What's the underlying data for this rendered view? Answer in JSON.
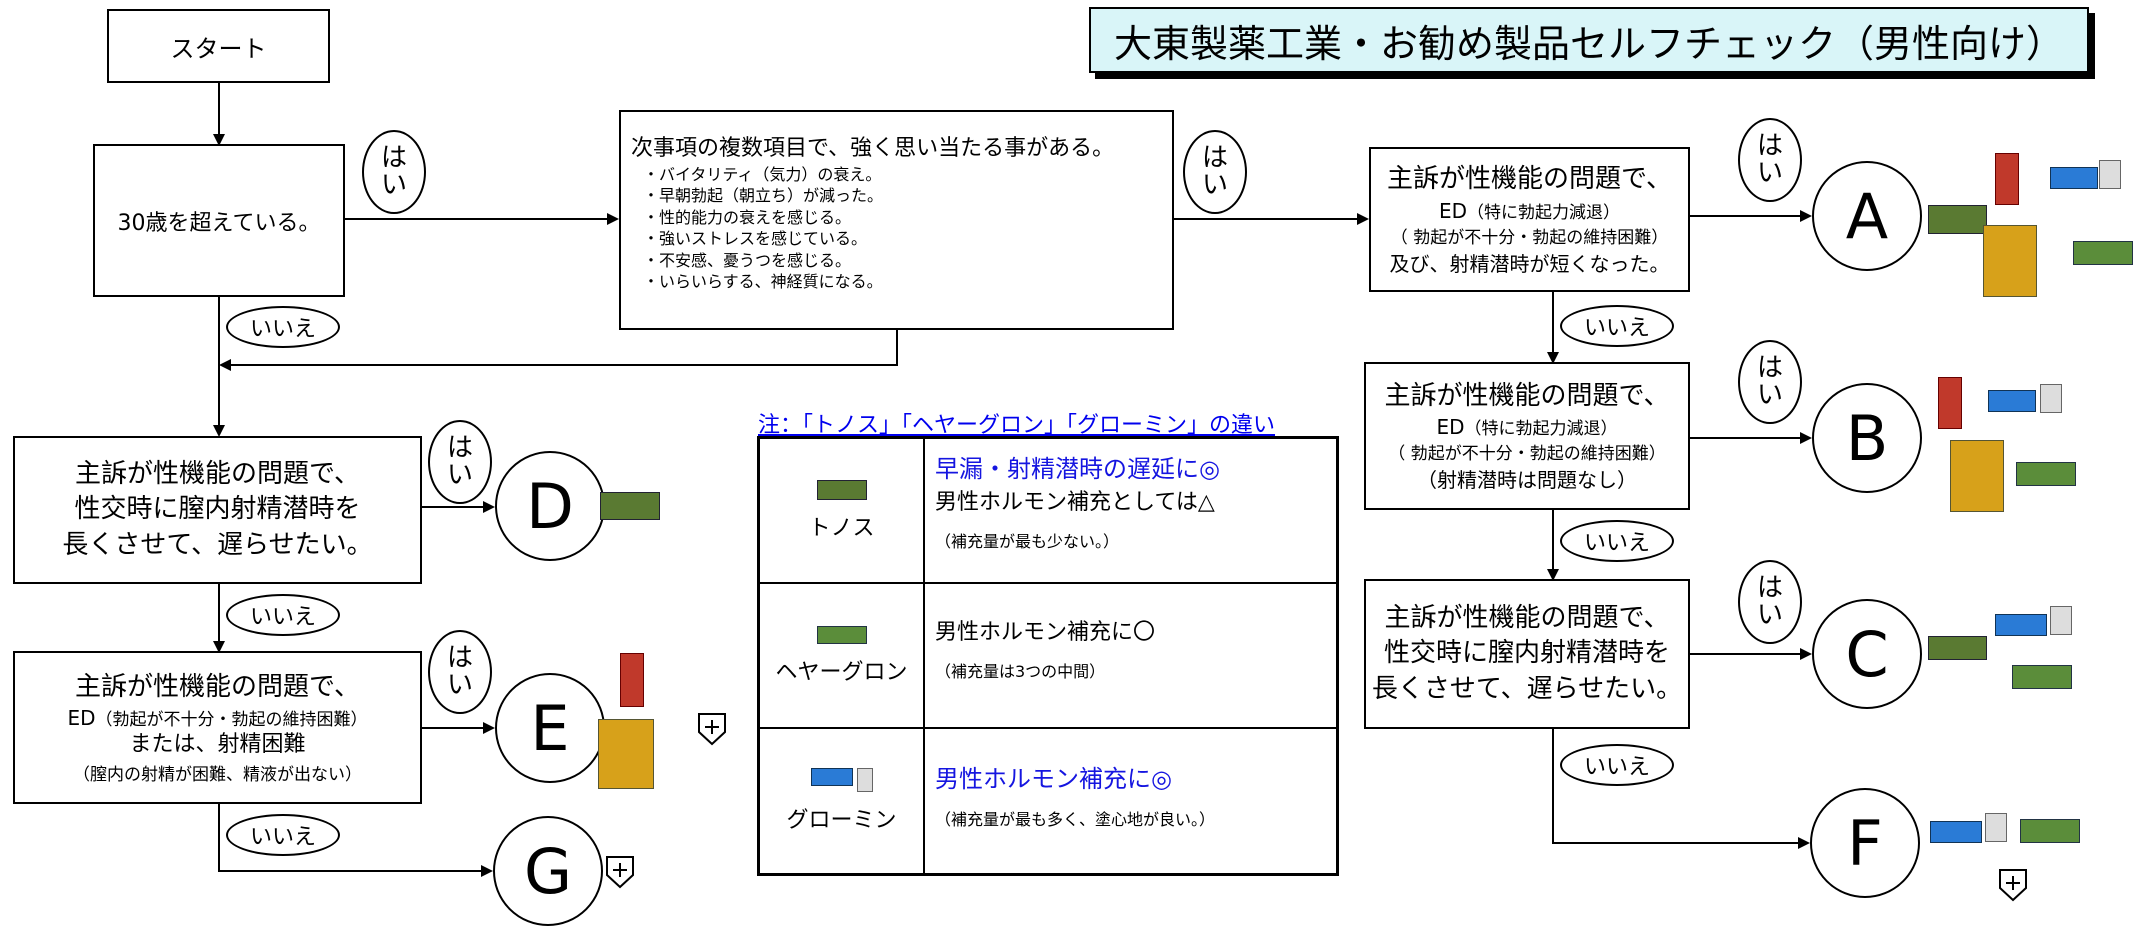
{
  "title": "大東製薬工業・お勧め製品セルフチェック（男性向け）",
  "start": "スタート",
  "q_age": "30歳を超えている。",
  "q_symptoms": {
    "lead": "次事項の複数項目で、強く思い当たる事がある。",
    "items": [
      "・バイタリティ（気力）の衰え。",
      "・早朝勃起（朝立ち）が減った。",
      "・性的能力の衰えを感じる。",
      "・強いストレスを感じている。",
      "・不安感、憂うつを感じる。",
      "・いらいらする、神経質になる。"
    ]
  },
  "q_a": {
    "line1": "主訴が性機能の問題で、",
    "line2": "ED",
    "line2_note": "（特に勃起力減退）",
    "line3": "（ 勃起が不十分・勃起の維持困難）",
    "line4": "及び、射精潜時が短くなった。"
  },
  "q_b": {
    "line1": "主訴が性機能の問題で、",
    "line2": "ED",
    "line2_note": "（特に勃起力減退）",
    "line3": "（ 勃起が不十分・勃起の維持困難）",
    "line4": "（射精潜時は問題なし）"
  },
  "q_c": {
    "line1": "主訴が性機能の問題で、",
    "line2": "性交時に膣内射精潜時を",
    "line3": "長くさせて、遅らせたい。"
  },
  "q_d": {
    "line1": "主訴が性機能の問題で、",
    "line2": "性交時に膣内射精潜時を",
    "line3": "長くさせて、遅らせたい。"
  },
  "q_e": {
    "line1": "主訴が性機能の問題で、",
    "line2": "ED",
    "line2_note": "（勃起が不十分・勃起の維持困難）",
    "line3": "または、射精困難",
    "line4": "（膣内の射精が困難、精液が出ない）"
  },
  "yes_top": "は",
  "yes_bottom": "い",
  "no_label": "いいえ",
  "results": {
    "a": "A",
    "b": "B",
    "c": "C",
    "d": "D",
    "e": "E",
    "f": "F",
    "g": "G"
  },
  "note": {
    "title": "注：「トノス」「ヘヤーグロン」「グローミン」の違い",
    "rows": [
      {
        "name": "トノス",
        "highlight": "早漏・射精潜時の遅延に◎",
        "main": "男性ホルモン補充としては△",
        "sub": "（補充量が最も少ない。）"
      },
      {
        "name": "ヘヤーグロン",
        "highlight": "",
        "main": "男性ホルモン補充に〇",
        "sub": "（補充量は3つの中間）"
      },
      {
        "name": "グローミン",
        "highlight": "男性ホルモン補充に◎",
        "main": "",
        "sub": "（補充量が最も多く、塗心地が良い。）"
      }
    ]
  },
  "icons": {
    "plus": "plus-shield-icon"
  }
}
